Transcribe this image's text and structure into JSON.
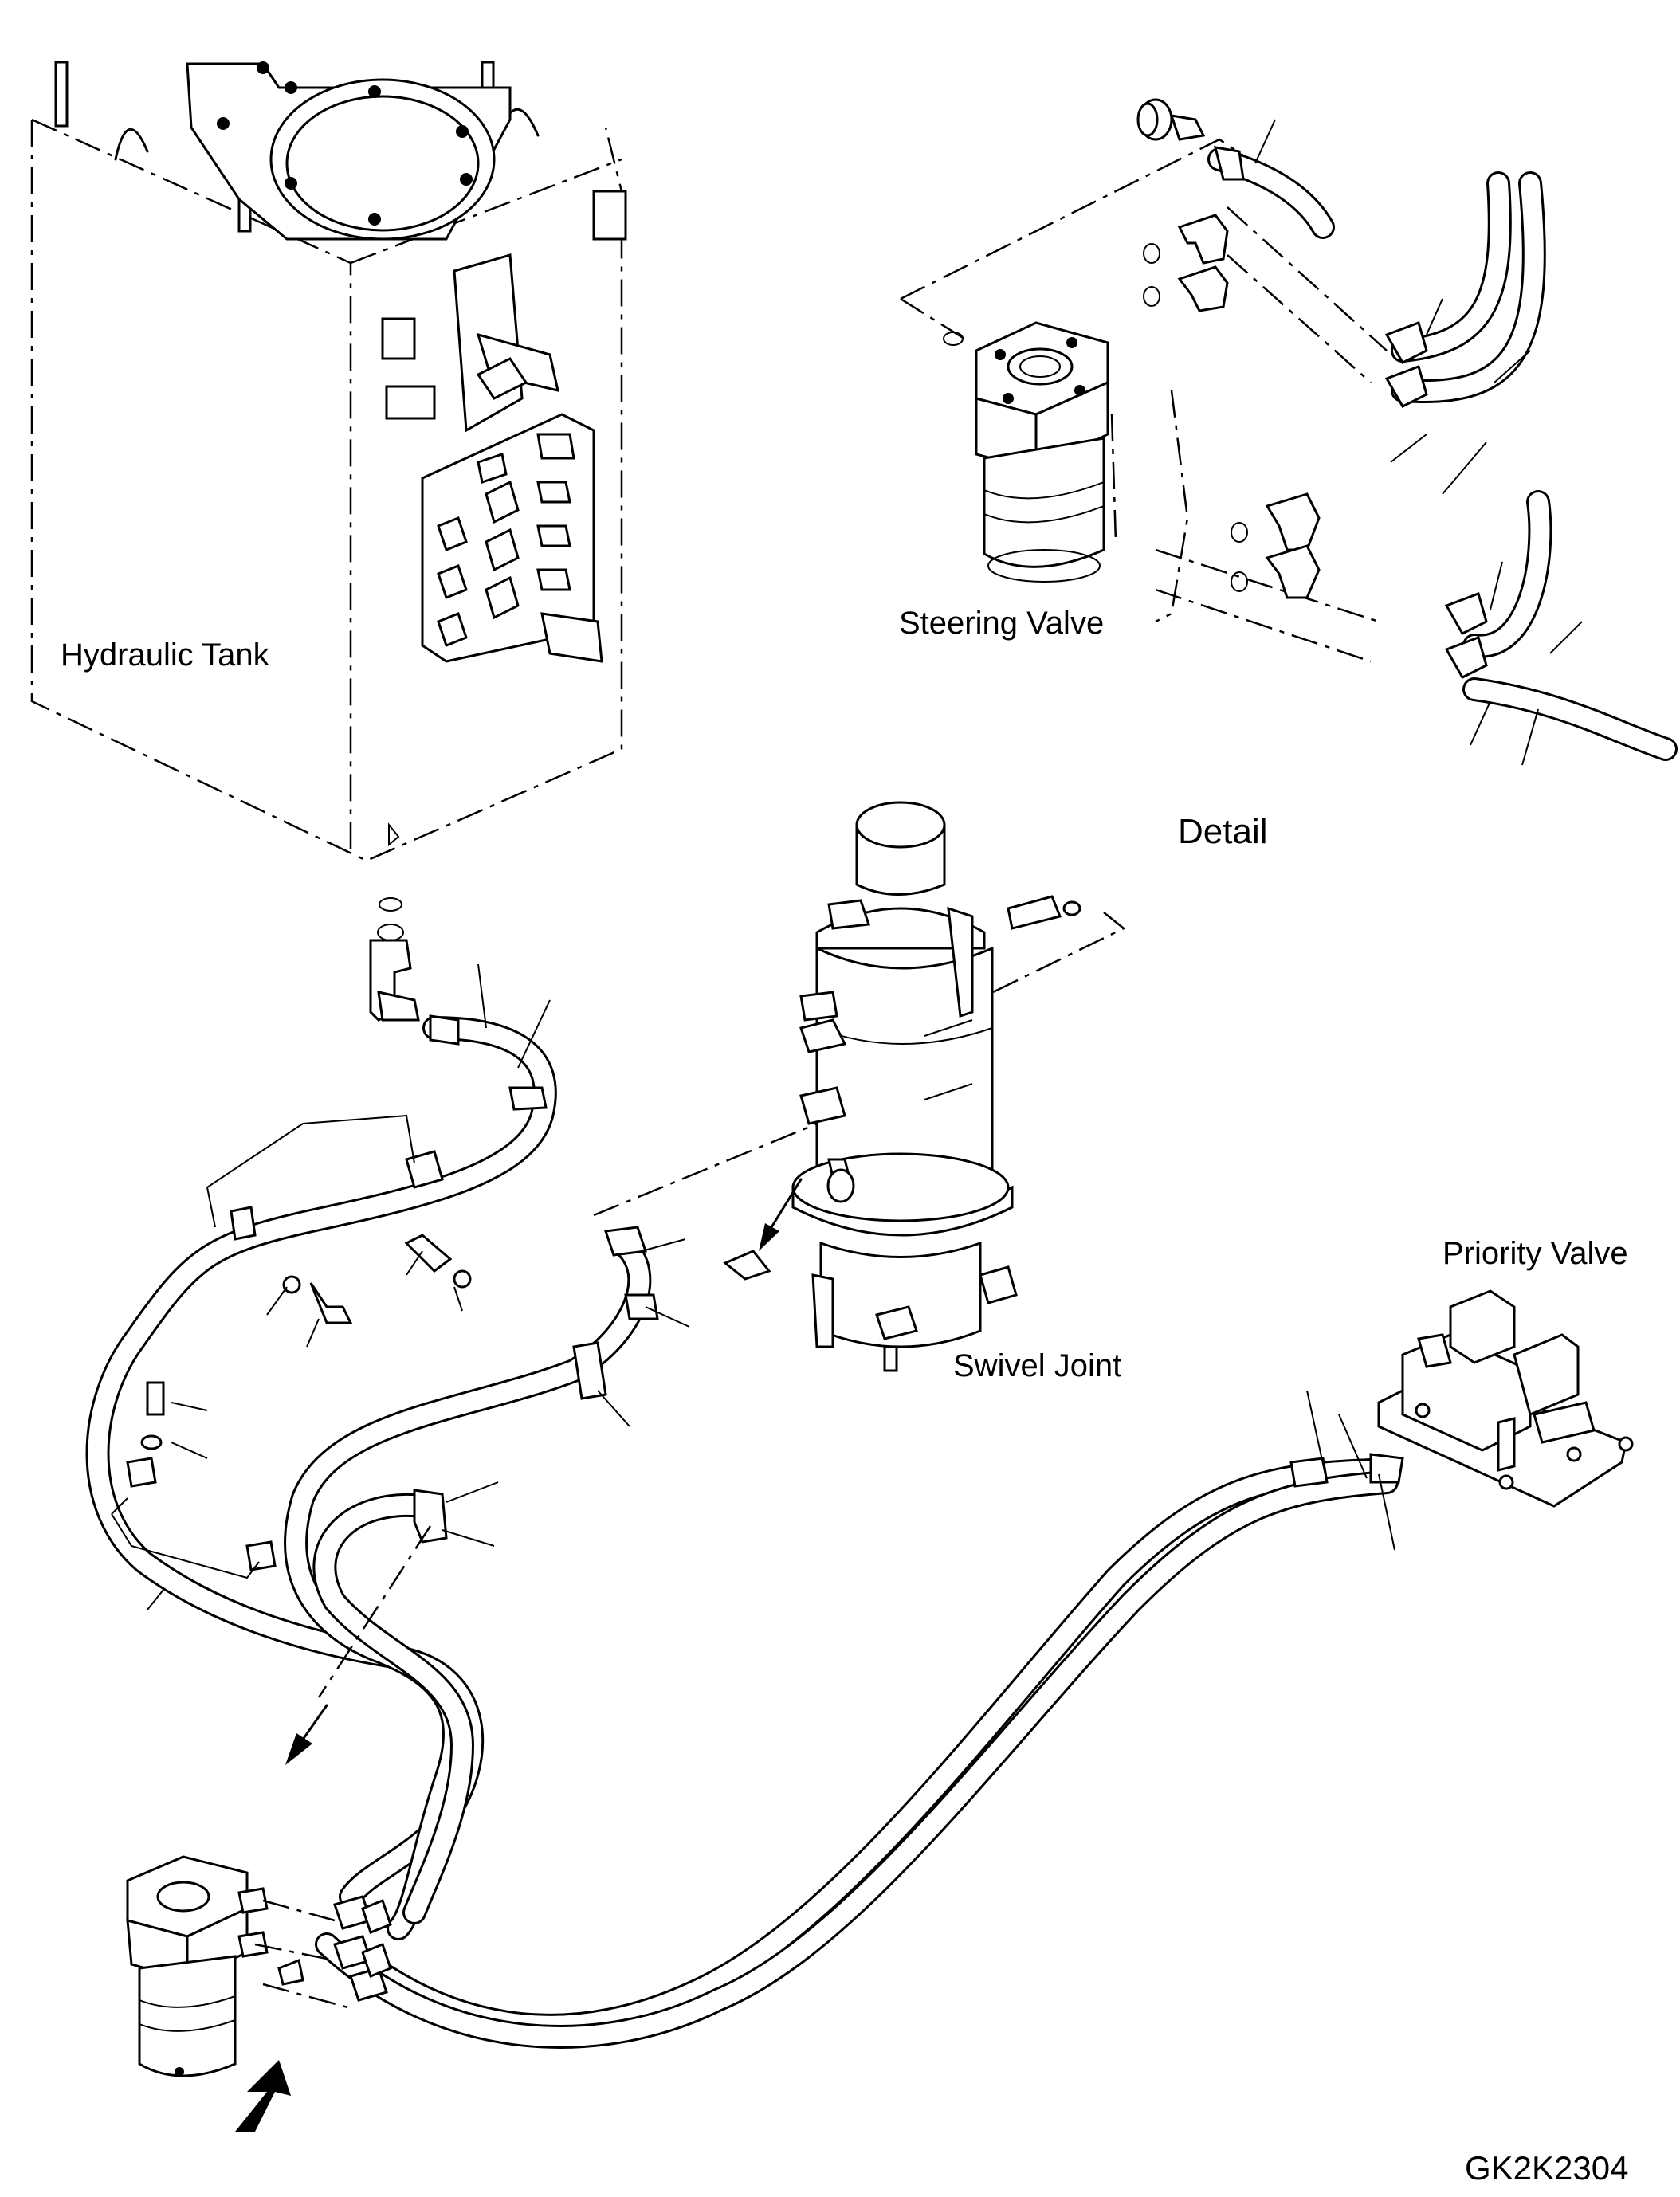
{
  "labels": {
    "hydraulic_tank": "Hydraulic Tank",
    "steering_valve": "Steering Valve",
    "detail": "Detail",
    "swivel_joint": "Swivel Joint",
    "priority_valve": "Priority Valve",
    "drawing_code": "GK2K2304"
  }
}
